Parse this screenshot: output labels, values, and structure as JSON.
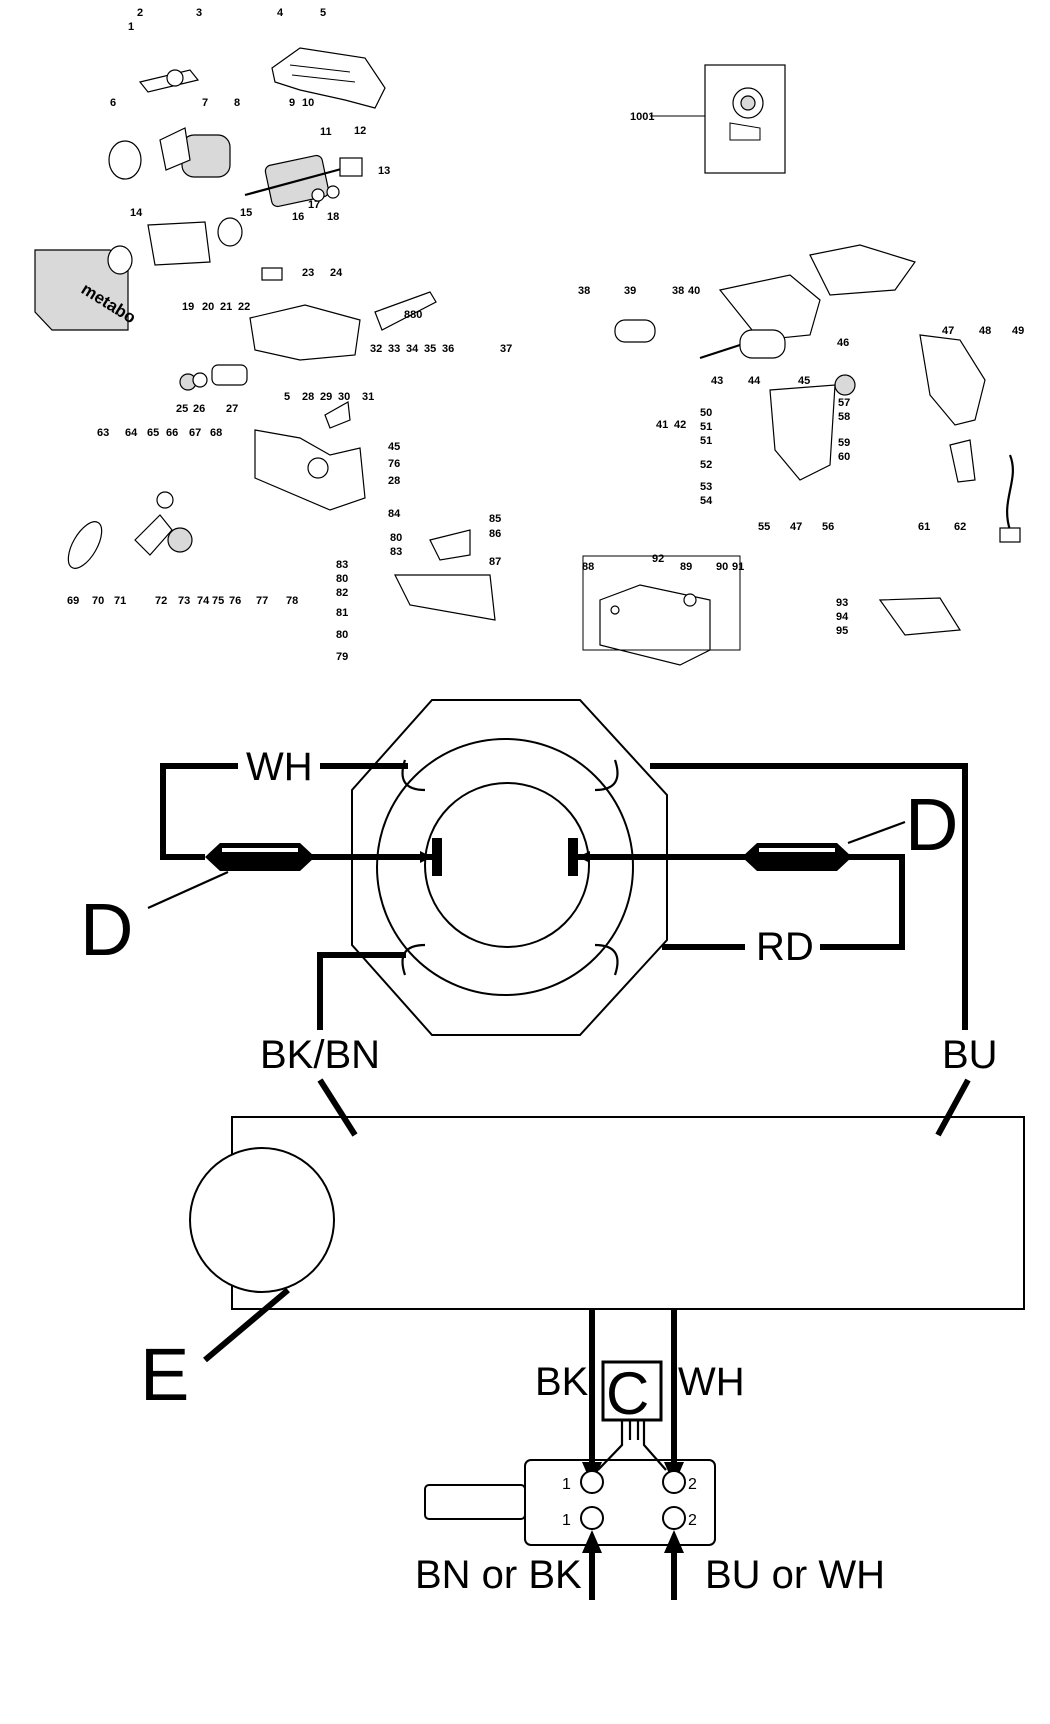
{
  "exploded_view": {
    "brand_text": "metabo",
    "tube_label": "880",
    "part_numbers": [
      "1",
      "2",
      "3",
      "4",
      "5",
      "6",
      "7",
      "8",
      "9",
      "10",
      "11",
      "12",
      "13",
      "14",
      "15",
      "16",
      "17",
      "18",
      "19",
      "20",
      "21",
      "22",
      "23",
      "24",
      "25",
      "26",
      "27",
      "28",
      "29",
      "30",
      "31",
      "32",
      "33",
      "34",
      "35",
      "36",
      "37",
      "38",
      "39",
      "40",
      "41",
      "42",
      "43",
      "44",
      "45",
      "46",
      "47",
      "48",
      "49",
      "50",
      "51",
      "52",
      "53",
      "54",
      "55",
      "56",
      "57",
      "58",
      "59",
      "60",
      "61",
      "62",
      "63",
      "64",
      "65",
      "66",
      "67",
      "68",
      "69",
      "70",
      "71",
      "72",
      "73",
      "74",
      "75",
      "76",
      "77",
      "78",
      "79",
      "80",
      "81",
      "82",
      "83",
      "84",
      "85",
      "86",
      "87",
      "88",
      "89",
      "90",
      "91",
      "92",
      "93",
      "94",
      "95",
      "1001"
    ]
  },
  "wiring": {
    "label_d_left": "D",
    "label_d_right": "D",
    "label_e": "E",
    "label_c": "C",
    "wire_wh_top": "WH",
    "wire_rd": "RD",
    "wire_bk_bn": "BK/BN",
    "wire_bu": "BU",
    "wire_bk_switch": "BK",
    "wire_wh_switch": "WH",
    "terminal_top_left": "1",
    "terminal_top_right": "2",
    "terminal_bottom_left": "1",
    "terminal_bottom_right": "2",
    "supply_left": "BN or BK",
    "supply_right": "BU or WH"
  }
}
